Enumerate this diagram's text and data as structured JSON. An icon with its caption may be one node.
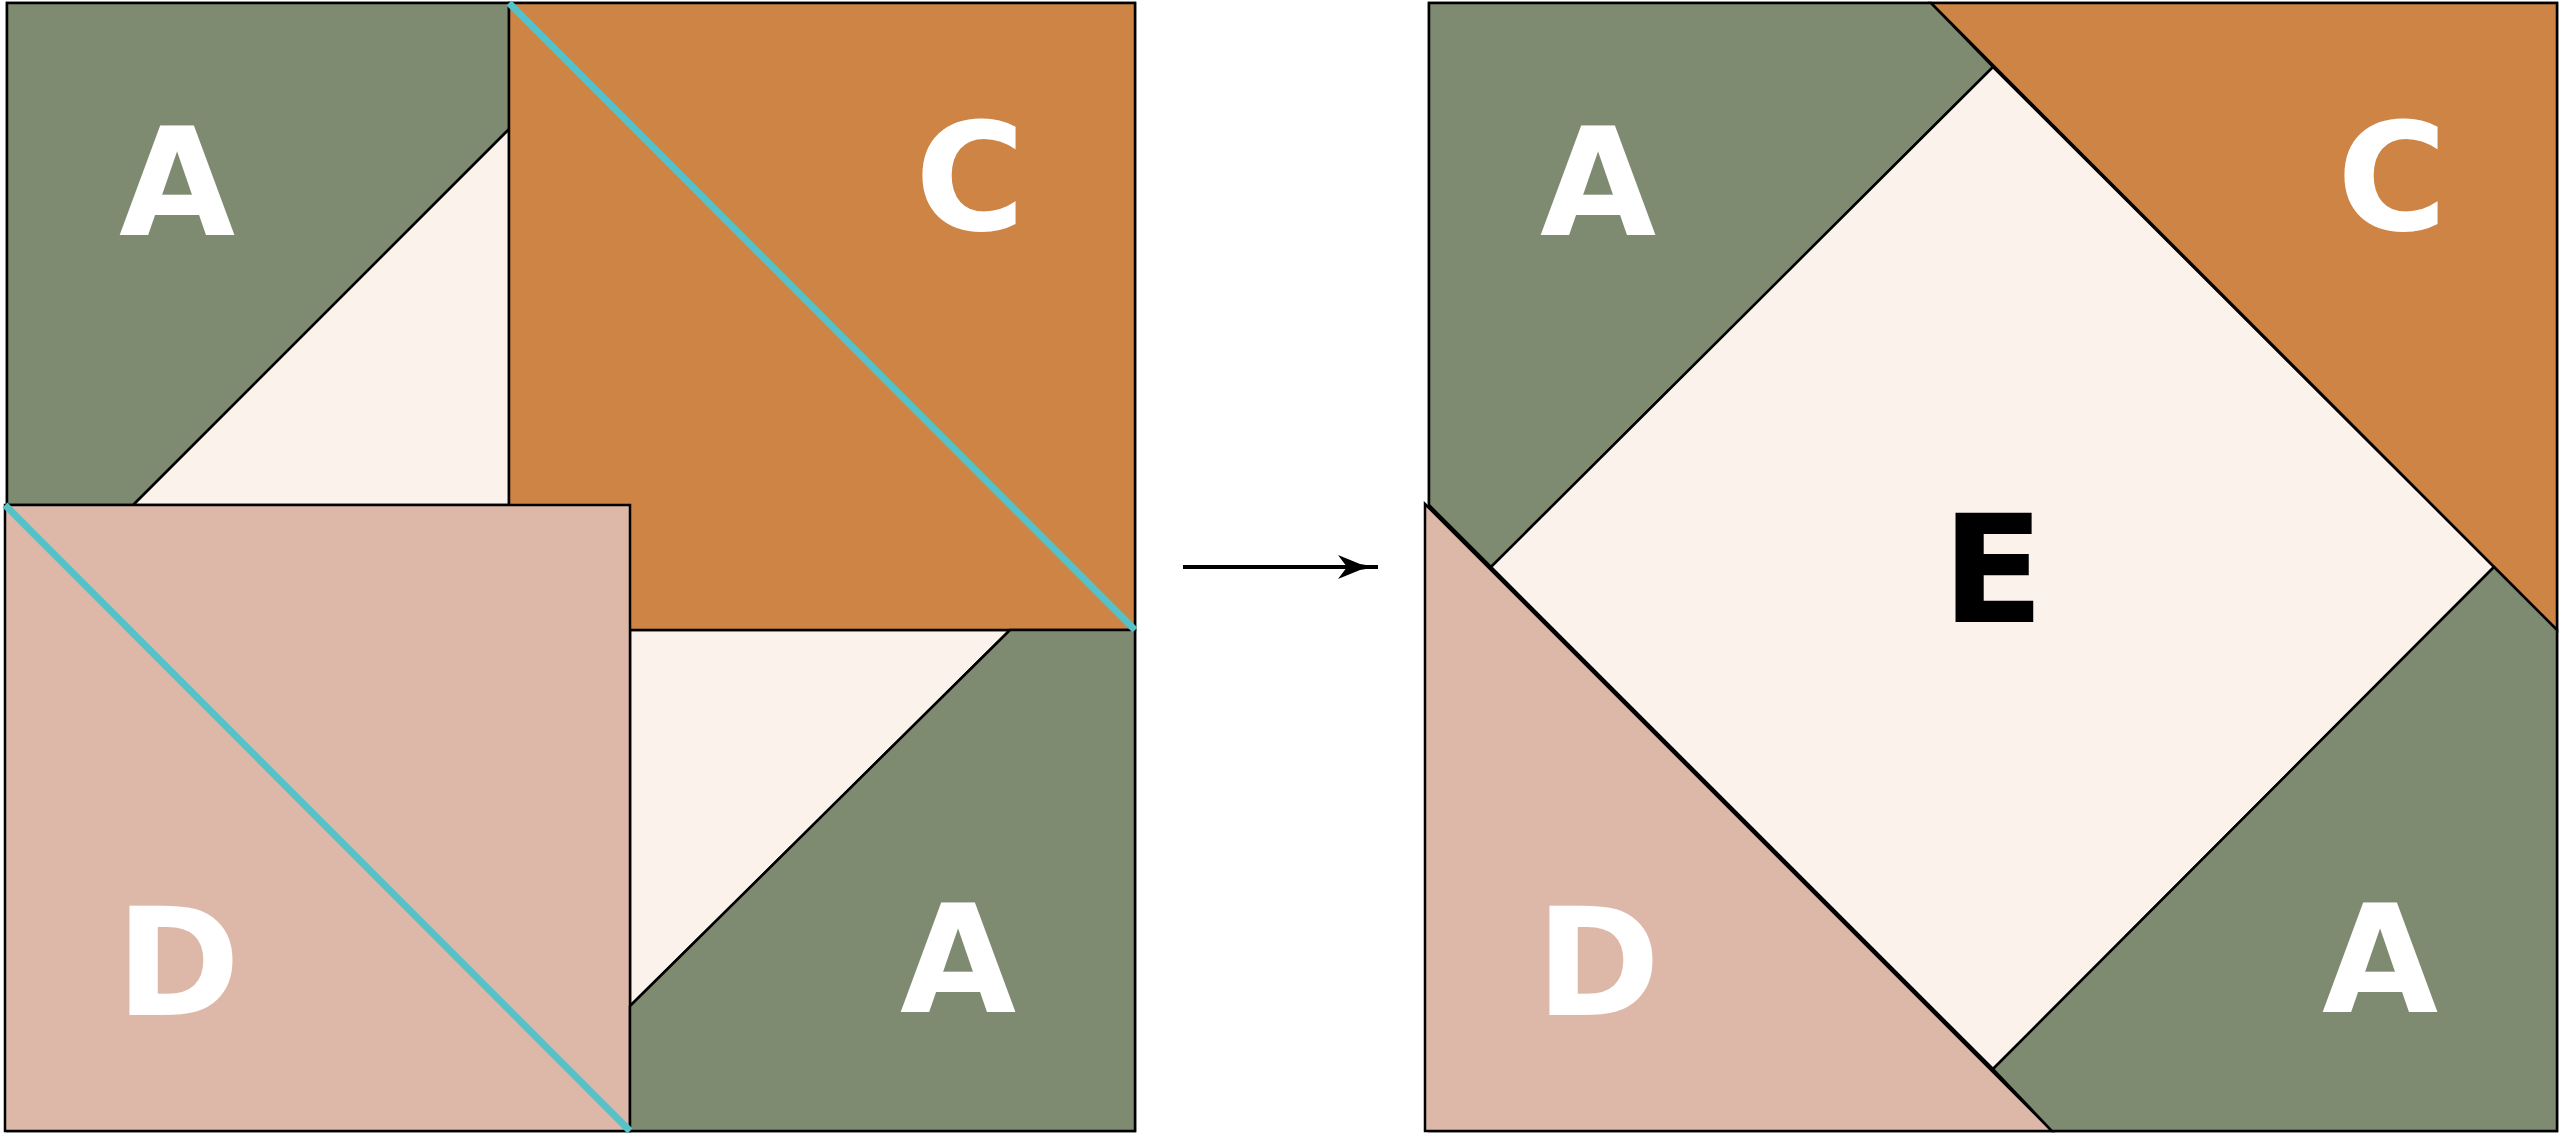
{
  "diagram": {
    "nodes": [
      {
        "text": [],
        "shape": "box"
      },
      {
        "text": [
          "A"
        ],
        "in": 0
      },
      {
        "text": [
          "C"
        ],
        "in": 0
      },
      {
        "text": [
          "D"
        ],
        "in": 0
      },
      {
        "text": [
          "A"
        ],
        "in": 0
      },
      {
        "text": [],
        "shape": "box"
      },
      {
        "text": [
          "A"
        ],
        "in": 5
      },
      {
        "text": [
          "C"
        ],
        "in": 5
      },
      {
        "text": [
          "E"
        ],
        "in": 5
      },
      {
        "text": [
          "D"
        ],
        "in": 5
      },
      {
        "text": [
          "A"
        ],
        "in": 5
      }
    ],
    "edges": [
      {
        "from": 0,
        "to": 5,
        "arrow": "to"
      }
    ]
  }
}
